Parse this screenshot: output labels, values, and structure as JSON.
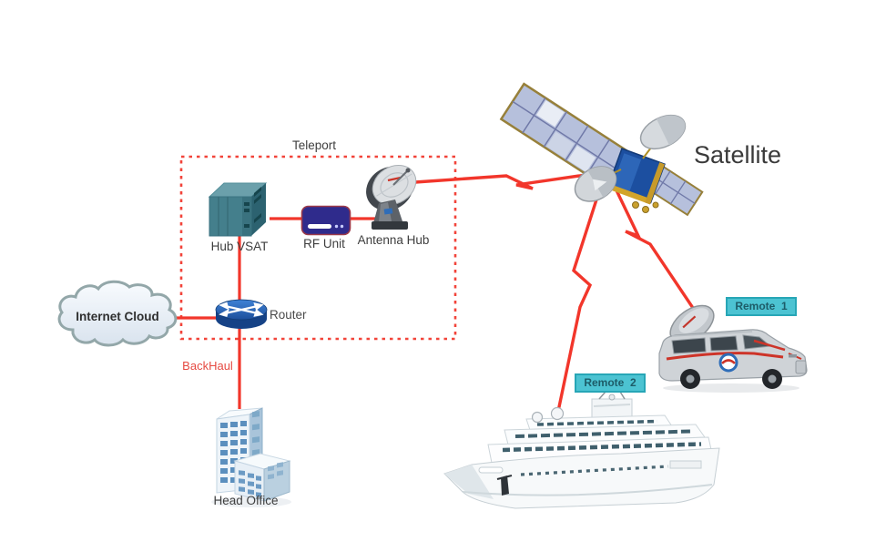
{
  "diagram_title": "VSAT satellite network diagram",
  "colors": {
    "link_line": "#f2362b",
    "teleport_border": "#f2443a",
    "badge_background": "#4cc3d2",
    "badge_border": "#27a6b6",
    "badge_text": "#1d5c68",
    "label_text": "#3e3e3e",
    "backhaul_text": "#e64a42",
    "hub_vsat_teal": "#447f8c",
    "rf_unit_navy": "#2f2b8c",
    "router_blue": "#2e6fc6"
  },
  "labels": {
    "teleport": "Teleport",
    "hub_vsat": "Hub VSAT",
    "rf_unit": "RF Unit",
    "antenna_hub": "Antenna Hub",
    "router": "Router",
    "internet_cloud": "Internet Cloud",
    "backhaul": "BackHaul",
    "head_office": "Head Office",
    "satellite": "Satellite",
    "remote1": "Remote  1",
    "remote2": "Remote  2"
  },
  "groups": [
    {
      "id": "teleport",
      "label": "Teleport",
      "contains": [
        "hub-vsat",
        "rf-unit",
        "antenna-hub",
        "router"
      ]
    }
  ],
  "nodes": [
    {
      "id": "internet-cloud",
      "label": "Internet Cloud",
      "type": "cloud"
    },
    {
      "id": "router",
      "label": "Router",
      "type": "router"
    },
    {
      "id": "hub-vsat",
      "label": "Hub VSAT",
      "type": "hub-chassis"
    },
    {
      "id": "rf-unit",
      "label": "RF Unit",
      "type": "rf-modem"
    },
    {
      "id": "antenna-hub",
      "label": "Antenna Hub",
      "type": "parabolic-dish"
    },
    {
      "id": "satellite",
      "label": "Satellite",
      "type": "satellite"
    },
    {
      "id": "head-office",
      "label": "Head Office",
      "type": "office-building"
    },
    {
      "id": "remote-1",
      "label": "Remote  1",
      "type": "vsat-vehicle"
    },
    {
      "id": "remote-2",
      "label": "Remote  2",
      "type": "ship"
    }
  ],
  "links": [
    {
      "from": "internet-cloud",
      "to": "router",
      "style": "solid"
    },
    {
      "from": "router",
      "to": "hub-vsat",
      "style": "solid"
    },
    {
      "from": "router",
      "to": "head-office",
      "style": "solid",
      "label": "BackHaul"
    },
    {
      "from": "hub-vsat",
      "to": "rf-unit",
      "style": "solid"
    },
    {
      "from": "rf-unit",
      "to": "antenna-hub",
      "style": "solid"
    },
    {
      "from": "antenna-hub",
      "to": "satellite",
      "style": "lightning"
    },
    {
      "from": "satellite",
      "to": "remote-2",
      "style": "lightning"
    },
    {
      "from": "satellite",
      "to": "remote-1",
      "style": "lightning"
    }
  ]
}
